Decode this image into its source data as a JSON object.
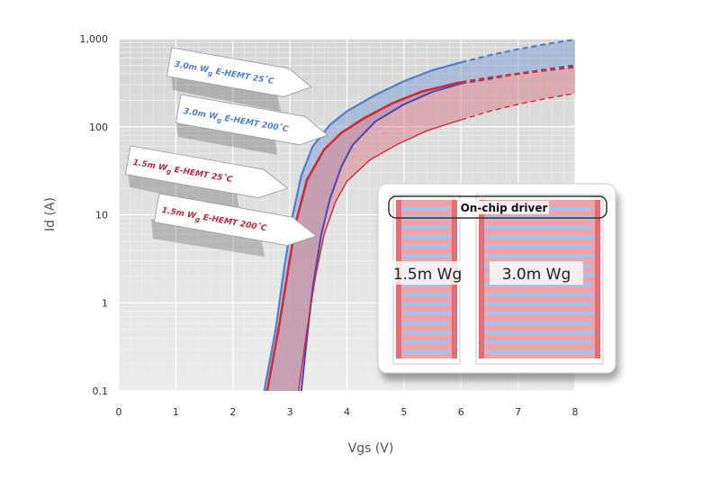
{
  "chart_data": {
    "type": "line",
    "xlabel": "Vgs (V)",
    "ylabel": "Id (A)",
    "xlim": [
      0,
      8
    ],
    "ylim": [
      0.1,
      1000
    ],
    "y_scale": "log",
    "grid": true,
    "x_ticks": [
      "0",
      "1",
      "2",
      "3",
      "4",
      "5",
      "6",
      "7",
      "8"
    ],
    "y_ticks": [
      {
        "value": 0.1,
        "label": "0.1"
      },
      {
        "value": 1,
        "label": "1"
      },
      {
        "value": 10,
        "label": "10"
      },
      {
        "value": 100,
        "label": "100"
      },
      {
        "value": 1000,
        "label": "1,000"
      }
    ],
    "series": [
      {
        "name": "3.0m Wg E-HEMT 25°C",
        "color": "#4f7fc9",
        "x": [
          2.55,
          2.75,
          2.9,
          3.05,
          3.2,
          3.4,
          3.7,
          4.0,
          4.5,
          5.0,
          5.5,
          6.0,
          6.5,
          7.0,
          7.5,
          8.0
        ],
        "y": [
          0.1,
          0.5,
          2.5,
          10,
          28,
          60,
          105,
          150,
          230,
          330,
          440,
          540,
          650,
          760,
          870,
          980
        ]
      },
      {
        "name": "3.0m Wg E-HEMT 200°C",
        "color": "#4b45b5",
        "x": [
          3.2,
          3.3,
          3.4,
          3.55,
          3.7,
          3.9,
          4.1,
          4.5,
          5.0,
          5.5,
          6.0,
          6.5,
          7.0,
          7.5,
          8.0
        ],
        "y": [
          0.1,
          0.4,
          1.5,
          6,
          15,
          35,
          62,
          115,
          180,
          250,
          310,
          350,
          400,
          450,
          500
        ]
      },
      {
        "name": "1.5m Wg E-HEMT 25°C",
        "color": "#cc2b3a",
        "x": [
          2.6,
          2.8,
          2.95,
          3.1,
          3.3,
          3.6,
          3.9,
          4.3,
          4.8,
          5.3,
          5.8,
          6.0,
          6.5,
          7.0,
          7.5,
          8.0
        ],
        "y": [
          0.1,
          0.5,
          2,
          8,
          25,
          55,
          85,
          125,
          185,
          250,
          300,
          320,
          360,
          400,
          440,
          480
        ]
      },
      {
        "name": "1.5m Wg E-HEMT 200°C",
        "color": "#cc2b3a",
        "x": [
          3.15,
          3.3,
          3.45,
          3.6,
          3.8,
          4.0,
          4.4,
          4.9,
          5.4,
          6.0,
          6.5,
          7.0,
          7.5,
          8.0
        ],
        "y": [
          0.1,
          0.5,
          2,
          6,
          14,
          24,
          42,
          64,
          90,
          120,
          150,
          180,
          210,
          240
        ]
      }
    ],
    "callouts": [
      {
        "prefix": "3.0m W",
        "sub": "g",
        "suffix": " E-HEMT 25˚C",
        "color": "#4f7fc9"
      },
      {
        "prefix": "3.0m W",
        "sub": "g",
        "suffix": " E-HEMT 200˚C",
        "color": "#4f7fc9"
      },
      {
        "prefix": "1.5m W",
        "sub": "g",
        "suffix": " E-HEMT 25˚C",
        "color": "#c0283a"
      },
      {
        "prefix": "1.5m W",
        "sub": "g",
        "suffix": " E-HEMT 200˚C",
        "color": "#c0283a"
      }
    ],
    "inset": {
      "left_label": "1.5m Wg",
      "right_label": "3.0m Wg",
      "driver_label": "On-chip driver"
    }
  }
}
